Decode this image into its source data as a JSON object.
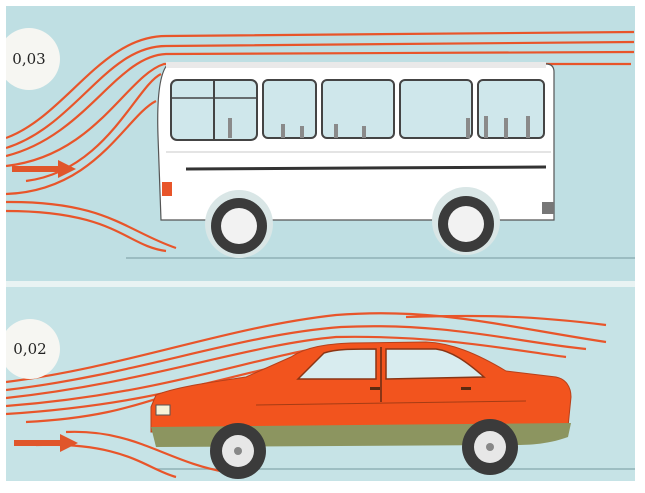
{
  "panels": [
    {
      "vehicle": "bus",
      "label": "0,03"
    },
    {
      "vehicle": "car",
      "label": "0,02"
    }
  ],
  "colors": {
    "background": "#bfdfe3",
    "airflow": "#e8552a",
    "arrow": "#e0562b",
    "bus_body": "#ffffff",
    "car_body": "#f2541e",
    "car_lower": "#8c9560",
    "tyre": "#3b3b3b",
    "badge": "#f6f6f2"
  }
}
